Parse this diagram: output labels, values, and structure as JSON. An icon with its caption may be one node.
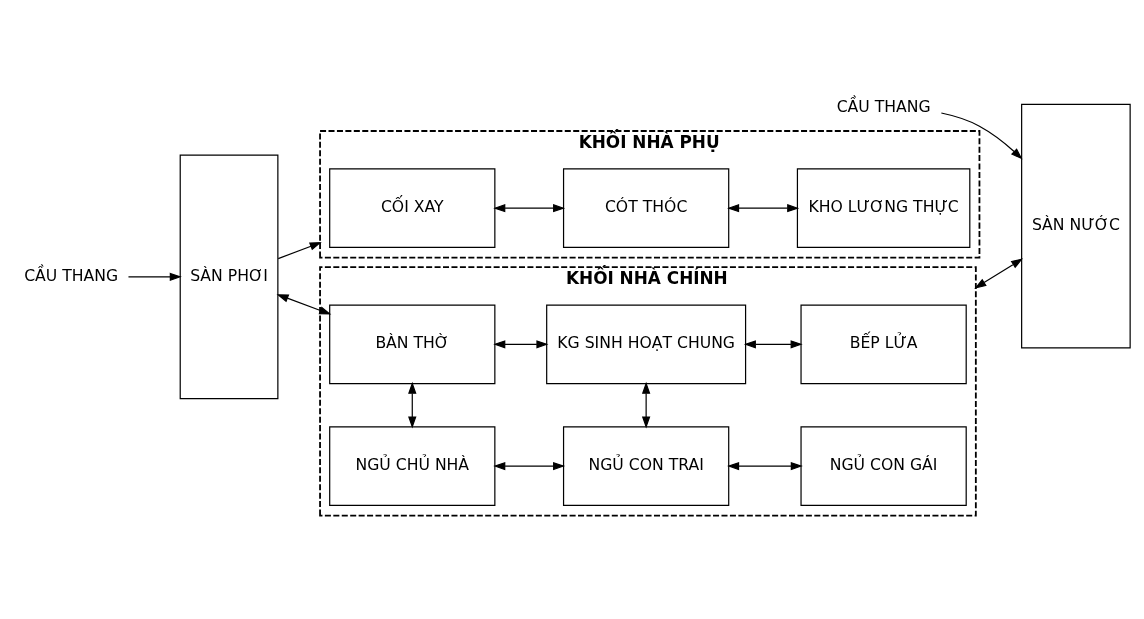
{
  "diagram": {
    "nodes": [
      {
        "text": [
          "KHỐI NHÀ PHỤ"
        ]
      },
      {
        "text": [
          "CỐI XAY"
        ],
        "in": 0
      },
      {
        "text": [
          "CÓT THÓC"
        ],
        "in": 0
      },
      {
        "text": [
          "KHO LƯƠNG THỰC"
        ],
        "in": 0
      },
      {
        "text": [
          "SÀN PHƠI"
        ]
      },
      {
        "text": [
          "KHỐI NHÀ CHÍNH"
        ]
      },
      {
        "text": [
          "NGỦ CHỦ NHÀ"
        ],
        "in": 5
      },
      {
        "text": [
          "NGỦ CON TRAI"
        ],
        "in": 5
      },
      {
        "text": [
          "NGỦ CON GÁI"
        ],
        "in": 5
      },
      {
        "text": [
          "BÀN THỜ"
        ],
        "in": 5
      },
      {
        "text": [
          "KG SINH HOẠT CHUNG"
        ],
        "in": 5
      },
      {
        "text": [
          "BẾP LỬA"
        ],
        "in": 5
      },
      {
        "text": [
          "SÀN NƯỚC"
        ]
      },
      {
        "text": [
          "CẦU THANG"
        ]
      },
      {
        "text": [
          "CẦU THANG"
        ]
      }
    ],
    "edges": [
      {
        "from": 1,
        "to": 2,
        "arrow": "both"
      },
      {
        "from": 2,
        "to": 3,
        "arrow": "both"
      },
      {
        "from": 4,
        "to": 0,
        "arrow": "to"
      },
      {
        "from": 6,
        "to": 7,
        "arrow": "both"
      },
      {
        "from": 7,
        "to": 8,
        "arrow": "both"
      },
      {
        "from": 6,
        "to": 9,
        "arrow": "both"
      },
      {
        "from": 7,
        "to": 10,
        "arrow": "both"
      },
      {
        "from": 4,
        "to": 9,
        "arrow": "both"
      },
      {
        "from": 9,
        "to": 10,
        "arrow": "both"
      },
      {
        "from": 10,
        "to": 11,
        "arrow": "both"
      },
      {
        "from": 5,
        "to": 12,
        "arrow": "both"
      },
      {
        "from": 13,
        "to": 4,
        "arrow": "to"
      },
      {
        "from": 14,
        "to": 12,
        "arrow": "to"
      }
    ]
  }
}
